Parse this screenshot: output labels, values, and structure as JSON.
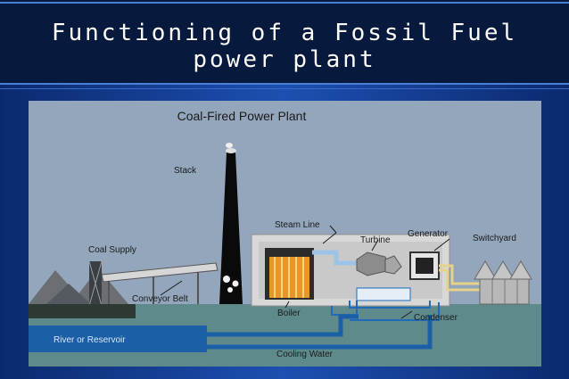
{
  "slide": {
    "title": "Functioning of a Fossil Fuel\npower plant"
  },
  "diagram": {
    "title": "Coal-Fired Power Plant",
    "labels": {
      "stack": "Stack",
      "coal_supply": "Coal Supply",
      "conveyor_belt": "Conveyor Belt",
      "steam_line": "Steam Line",
      "turbine": "Turbine",
      "generator": "Generator",
      "switchyard": "Switchyard",
      "boiler": "Boiler",
      "condenser": "Condenser",
      "river_or_reservoir": "River or Reservoir",
      "cooling_water": "Cooling Water"
    },
    "colors": {
      "sky": "#93a6bb",
      "ground": "#5f8a8c",
      "water": "#1b5fa6",
      "stack": "#0a0a0a",
      "building": "#d8d8d8",
      "fire": "#e8962a",
      "steam_line": "#9ec3e8",
      "condenser_pipes": "#1f6bb8",
      "power_lines": "#e6d28a"
    }
  }
}
